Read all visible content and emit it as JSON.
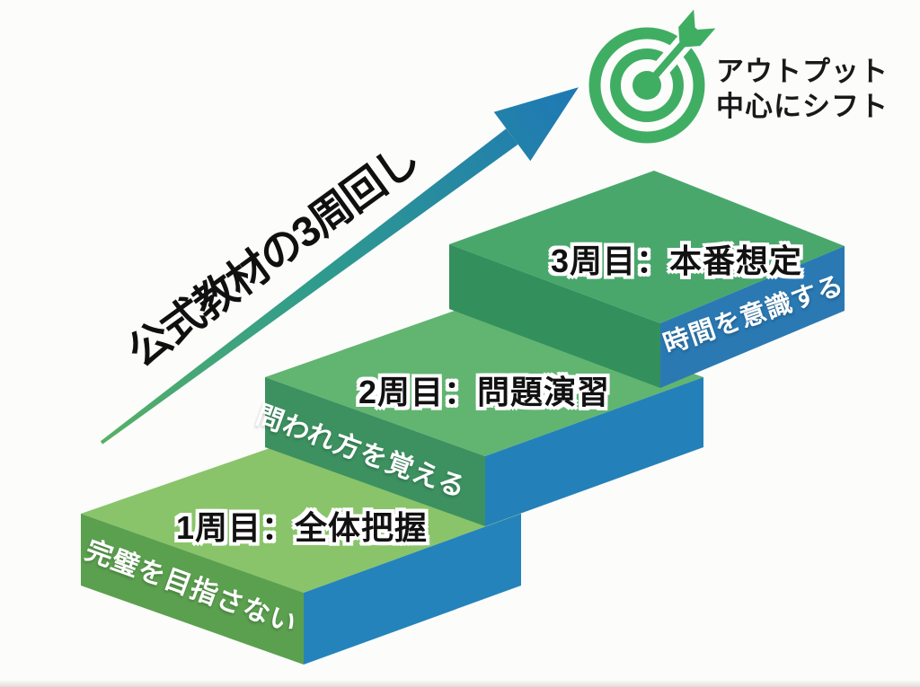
{
  "background": "#fcfcfb",
  "arrow": {
    "label": "公式教材の3周回し",
    "gradient_start": "#57b065",
    "gradient_mid": "#2f9b8d",
    "gradient_end": "#1e78b5"
  },
  "goal": {
    "icon": "target-dart-icon",
    "icon_color": "#3fae63",
    "line1": "アウトプット",
    "line2": "中心にシフト"
  },
  "steps": [
    {
      "id": 1,
      "title": "1周目：全体把握",
      "note": "完璧を目指さない",
      "note_face": "front-left",
      "colors": {
        "top": "#89c46a",
        "left": "#5ba04f",
        "right": "#2583bb"
      }
    },
    {
      "id": 2,
      "title": "2周目：問題演習",
      "note": "問われ方を覚える",
      "note_face": "front-left",
      "colors": {
        "top": "#61b570",
        "left": "#3d9160",
        "right": "#2480b9"
      }
    },
    {
      "id": 3,
      "title": "3周目：本番想定",
      "note": "時間を意識する",
      "note_face": "front-right",
      "colors": {
        "top": "#4aa76c",
        "left": "#33905c",
        "right": "#2a79b3"
      }
    }
  ]
}
